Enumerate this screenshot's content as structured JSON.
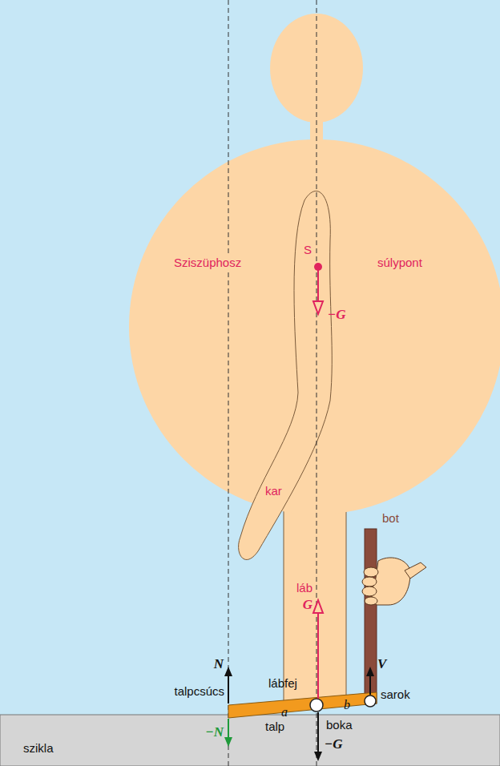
{
  "diagram": {
    "labels": [
      "Sziszüphosz",
      "súlypont",
      "S",
      "−G",
      "kar",
      "láb",
      "bot",
      "G",
      "N",
      "V",
      "lábfej",
      "talpcsúcs",
      "a",
      "b",
      "sarok",
      "−N",
      "talp",
      "boka",
      "−G",
      "szikla"
    ]
  }
}
